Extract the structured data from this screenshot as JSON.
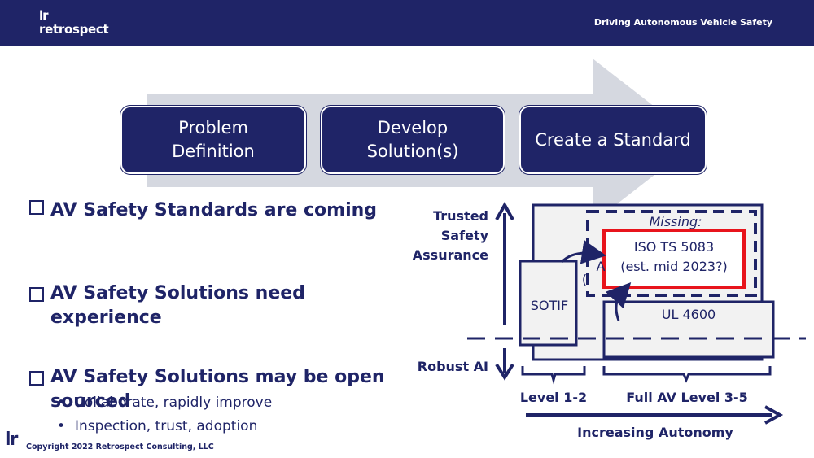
{
  "header": {
    "logo_mark": "lr",
    "logo_word": "retrospect",
    "title": "Driving Autonomous Vehicle Safety"
  },
  "process": {
    "steps": [
      {
        "label": "Problem\nDefinition"
      },
      {
        "label": "Develop\nSolution(s)"
      },
      {
        "label": "Create a Standard"
      }
    ]
  },
  "bullets": [
    {
      "text": "AV Safety Standards are coming"
    },
    {
      "text": "AV Safety Solutions need\nexperience"
    },
    {
      "text": "AV Safety Solutions may be open\nsourced"
    }
  ],
  "sub_bullets": [
    {
      "text": "Collaborate, rapidly improve"
    },
    {
      "text": "Inspection, trust, adoption"
    }
  ],
  "diagram": {
    "y_top_label": "Trusted\nSafety\nAssurance",
    "y_bottom_label": "Robust AI",
    "missing_label": "Missing:",
    "iso_label": "ISO TS 5083\n(est. mid 2023?)",
    "partial_letter": "A",
    "partial_paren": "(",
    "sotif_label": "SOTIF",
    "ul_label": "UL 4600",
    "level_1_2": "Level 1-2",
    "level_3_5": "Full AV Level 3-5",
    "x_axis_label": "Increasing Autonomy"
  },
  "footer": {
    "mark": "lr",
    "copyright": "Copyright  2022 Retrospect Consulting, LLC"
  },
  "colors": {
    "navy": "#1f2467",
    "arrow_gray": "#d5d8e0",
    "box_fill": "#f2f2f2",
    "highlight_red": "#e8141c"
  }
}
